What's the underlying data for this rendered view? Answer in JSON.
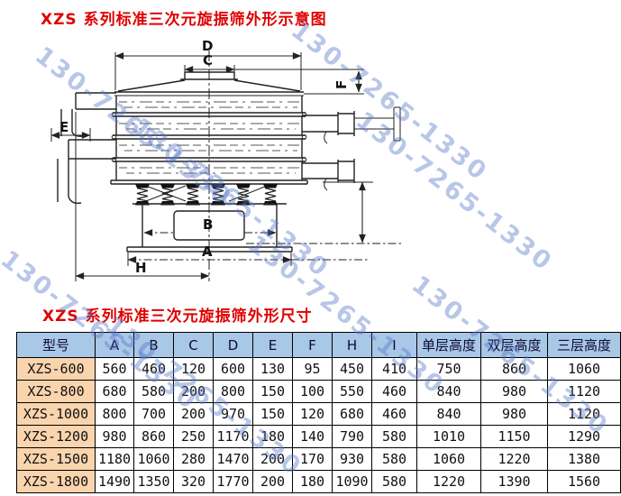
{
  "titles": {
    "diagram": "XZS 系列标准三次元旋振筛外形示意图",
    "table": "XZS 系列标准三次元旋振筛外形尺寸"
  },
  "watermark": {
    "text": "130-7265-1330"
  },
  "diagram": {
    "dim_labels": {
      "d": "D",
      "c": "C",
      "f": "F",
      "e": "E",
      "b": "B",
      "a": "A",
      "h": "H"
    }
  },
  "colors": {
    "title_red": "#e00000",
    "table_header_bg": "#a9c7e6",
    "model_column_bg": "#f9d4ad",
    "watermark_blue": "rgba(86,118,200,0.42)"
  },
  "table": {
    "columns": [
      "型号",
      "A",
      "B",
      "C",
      "D",
      "E",
      "F",
      "H",
      "I",
      "单层高度",
      "双层高度",
      "三层高度"
    ],
    "rows": [
      [
        "XZS-600",
        "560",
        "460",
        "120",
        "600",
        "130",
        "95",
        "450",
        "410",
        "750",
        "860",
        "1060"
      ],
      [
        "XZS-800",
        "680",
        "580",
        "200",
        "800",
        "150",
        "100",
        "550",
        "460",
        "840",
        "980",
        "1120"
      ],
      [
        "XZS-1000",
        "800",
        "700",
        "200",
        "970",
        "150",
        "120",
        "680",
        "460",
        "840",
        "980",
        "1120"
      ],
      [
        "XZS-1200",
        "980",
        "860",
        "250",
        "1170",
        "180",
        "140",
        "790",
        "580",
        "1010",
        "1150",
        "1290"
      ],
      [
        "XZS-1500",
        "1180",
        "1060",
        "280",
        "1470",
        "200",
        "170",
        "930",
        "580",
        "1060",
        "1220",
        "1380"
      ],
      [
        "XZS-1800",
        "1490",
        "1350",
        "320",
        "1770",
        "200",
        "180",
        "1090",
        "580",
        "1220",
        "1390",
        "1560"
      ]
    ]
  }
}
